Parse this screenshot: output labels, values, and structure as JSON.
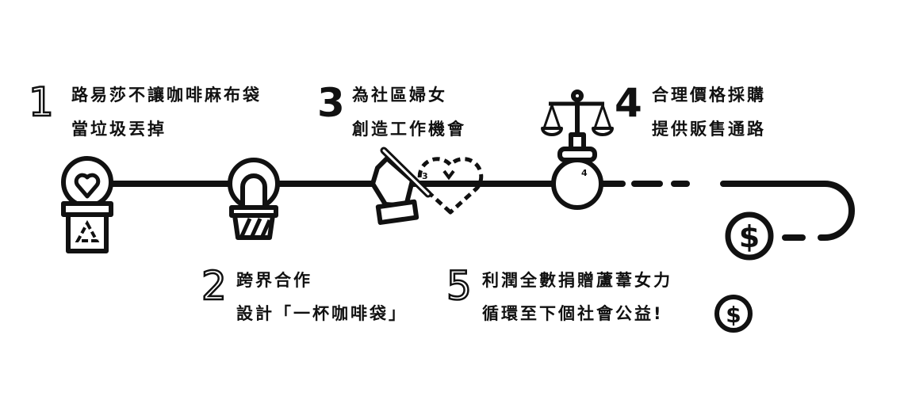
{
  "steps": [
    {
      "number": "1",
      "lines": [
        "路易莎不讓咖啡麻布袋",
        "當垃圾丟掉"
      ]
    },
    {
      "number": "2",
      "lines": [
        "跨界合作",
        "設計「一杯咖啡袋」"
      ]
    },
    {
      "number": "3",
      "lines": [
        "為社區婦女",
        "創造工作機會"
      ],
      "icon_label": "3"
    },
    {
      "number": "4",
      "lines": [
        "合理價格採購",
        "提供販售通路"
      ],
      "icon_label": "4"
    },
    {
      "number": "5",
      "lines": [
        "利潤全數捐贈蘆葦女力",
        "循環至下個社會公益!"
      ]
    }
  ],
  "colors": {
    "ink": "#111111",
    "background": "#ffffff"
  }
}
